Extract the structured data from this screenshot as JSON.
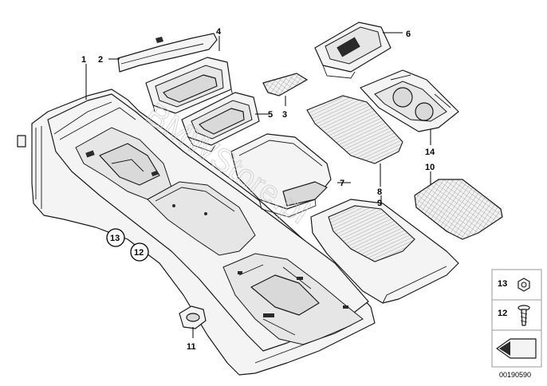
{
  "watermark": "BMWStore.pl",
  "diagram_id": "00190590",
  "parts": [
    {
      "number": "1"
    },
    {
      "number": "2"
    },
    {
      "number": "3"
    },
    {
      "number": "4"
    },
    {
      "number": "5"
    },
    {
      "number": "6"
    },
    {
      "number": "7"
    },
    {
      "number": "8"
    },
    {
      "number": "9"
    },
    {
      "number": "10"
    },
    {
      "number": "11"
    },
    {
      "number": "12",
      "circled": true
    },
    {
      "number": "13",
      "circled": true
    },
    {
      "number": "14"
    }
  ],
  "legend": [
    {
      "number": "13"
    },
    {
      "number": "12"
    }
  ]
}
